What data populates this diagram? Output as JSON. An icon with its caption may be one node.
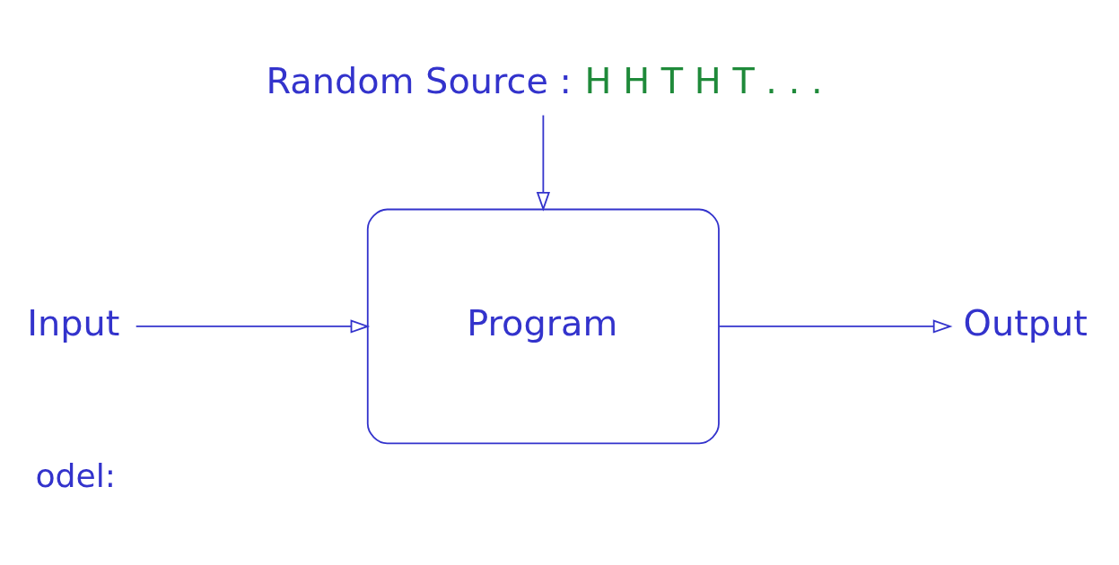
{
  "diagram": {
    "nodes": [
      {
        "text": [
          "Random Source :"
        ],
        "beside": [
          "H H T H T . . ."
        ]
      },
      {
        "text": [
          "Program"
        ]
      },
      {
        "text": [
          "Output"
        ]
      },
      {
        "text": [
          "Input"
        ]
      }
    ],
    "edges": [
      {
        "from": 0,
        "to": 1,
        "arrow": "to"
      },
      {
        "from": 1,
        "to": 2,
        "arrow": "to"
      },
      {
        "from": 3,
        "to": 1,
        "arrow": "to"
      }
    ],
    "labels": [
      "odel:"
    ]
  }
}
